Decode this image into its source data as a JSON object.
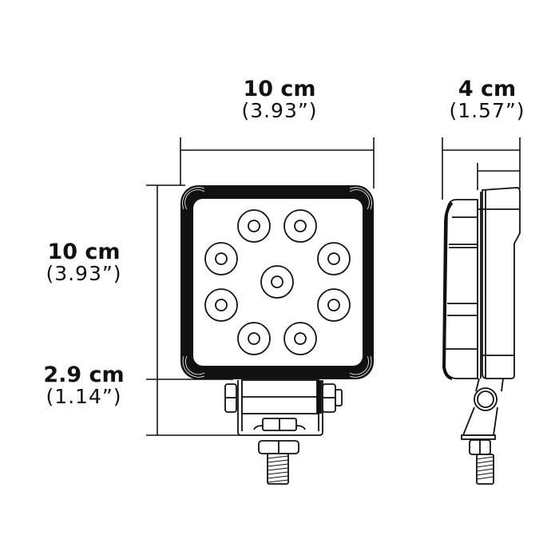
{
  "diagram": {
    "title": "LED work light dimension drawing",
    "views": [
      "front-view",
      "side-view"
    ],
    "dimensions": {
      "width": {
        "metric": "10 cm",
        "imperial": "(3.93”)"
      },
      "depth": {
        "metric": "4 cm",
        "imperial": "(1.57”)"
      },
      "height": {
        "metric": "10 cm",
        "imperial": "(3.93”)"
      },
      "bracket_height": {
        "metric": "2.9 cm",
        "imperial": "(1.14”)"
      }
    },
    "led_count": 9,
    "colors": {
      "line": "#111111",
      "background": "#ffffff"
    }
  }
}
